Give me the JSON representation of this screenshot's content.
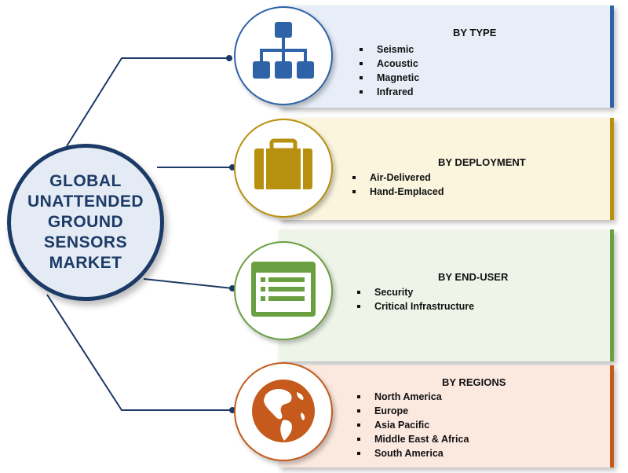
{
  "center": {
    "title": "GLOBAL\nUNATTENDED\nGROUND\nSENSORS\nMARKET"
  },
  "segments": [
    {
      "title": "BY TYPE",
      "items": [
        "Seismic",
        "Acoustic",
        "Magnetic",
        "Infrared"
      ],
      "icon": "hierarchy-icon",
      "panel_color": "#e7eef8",
      "accent_color": "#2e63a8"
    },
    {
      "title": "BY DEPLOYMENT",
      "items": [
        "Air-Delivered",
        "Hand-Emplaced"
      ],
      "icon": "briefcase-icon",
      "panel_color": "#fbf5de",
      "accent_color": "#b8900f"
    },
    {
      "title": "BY END-USER",
      "items": [
        "Security",
        "Critical Infrastructure"
      ],
      "icon": "list-window-icon",
      "panel_color": "#eef5e8",
      "accent_color": "#6aa041"
    },
    {
      "title": "BY REGIONS",
      "items": [
        "North America",
        "Europe",
        "Asia Pacific",
        "Middle East & Africa",
        "South America"
      ],
      "icon": "globe-icon",
      "panel_color": "#fbe9e0",
      "accent_color": "#c55a1c"
    }
  ],
  "colors": {
    "connector": "#1c3a66",
    "center_fill": "#e4ebf5"
  }
}
